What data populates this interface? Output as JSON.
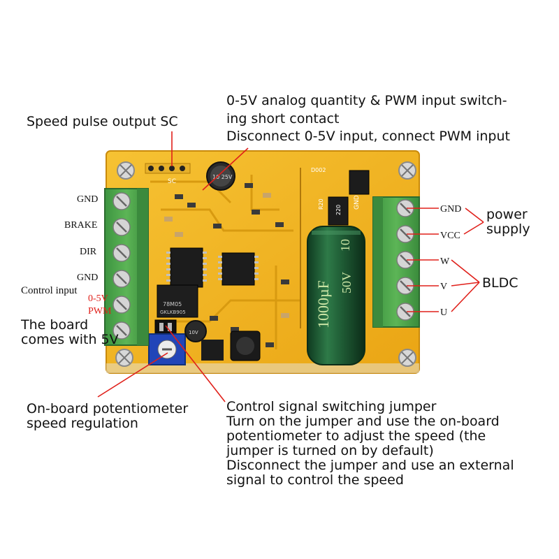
{
  "top_annotation": {
    "line1": "0-5V analog quantity & PWM input switch-",
    "line2": "ing short contact",
    "line3": "Disconnect 0-5V input, connect PWM input"
  },
  "speed_pulse": "Speed pulse output SC",
  "left_pins": [
    "GND",
    "BRAKE",
    "DIR",
    "GND"
  ],
  "control_input": "Control input",
  "analog_label": "0-5V",
  "pwm_label": "PWM",
  "board_5v": {
    "line1": "The board",
    "line2": "comes with 5V"
  },
  "right_pins": [
    "GND",
    "VCC",
    "W",
    "V",
    "U"
  ],
  "power_supply": {
    "line1": "power",
    "line2": "supply"
  },
  "bldc": "BLDC",
  "potentiometer": {
    "line1": "On-board potentiometer",
    "line2": "speed regulation"
  },
  "jumper": {
    "line1": "Control signal switching jumper",
    "line2": "Turn on the jumper and use the on-board",
    "line3": "potentiometer to adjust the speed (the",
    "line4": "jumper is turned on by default)",
    "line5": "Disconnect the jumper and use an external",
    "line6": "signal to control the speed"
  },
  "silkscreen": {
    "sc": "SC",
    "cap_small": "10 25V",
    "resistor": "220",
    "r_label": "R20",
    "gnd_board": "GND",
    "cap_big_1": "1000µF",
    "cap_big_2": "50V",
    "cap_big_3": "10",
    "reg_line1": "78M05",
    "reg_line2": "GKLKB905",
    "cap_mid": "10V",
    "d_label": "D002"
  },
  "colors": {
    "board": "#f2b51c",
    "terminal": "#4fa84b",
    "capacitor": "#1f5c35",
    "annotation_line": "#e0201a"
  }
}
